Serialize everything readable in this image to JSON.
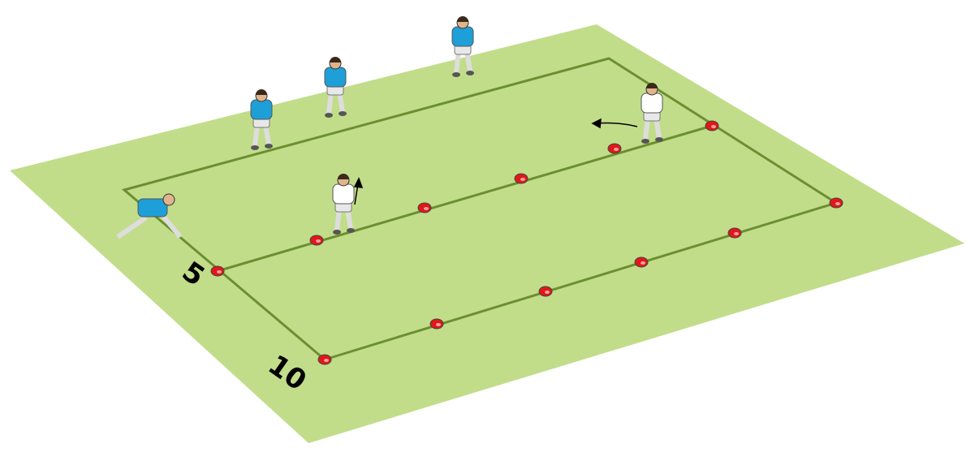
{
  "diagram": {
    "yard_markers": [
      "5",
      "10"
    ],
    "colors": {
      "pitch": "#c2dd8a",
      "lines": "#6b8f30",
      "cone": "#e01818",
      "attack_shirt": "#1e9fd8",
      "defence_shirt": "#ffffff"
    },
    "attackers_count": 4,
    "defenders_count": 2,
    "cones_count": 12
  }
}
